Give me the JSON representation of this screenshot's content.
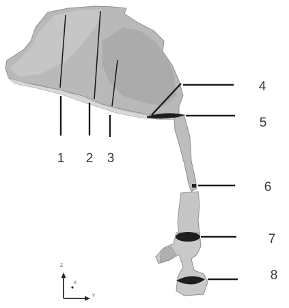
{
  "markers": [
    {
      "id": "1",
      "label": "1"
    },
    {
      "id": "2",
      "label": "2"
    },
    {
      "id": "3",
      "label": "3"
    },
    {
      "id": "4",
      "label": "4"
    },
    {
      "id": "5",
      "label": "5"
    },
    {
      "id": "6",
      "label": "6"
    },
    {
      "id": "7",
      "label": "7"
    },
    {
      "id": "8",
      "label": "8"
    }
  ],
  "axes": {
    "vertical_label": "Z",
    "horizontal_label": "Y",
    "origin_mark": "X"
  },
  "colors": {
    "background": "#ffffff",
    "model_fill": "#b9b9b9",
    "model_shadow": "#9d9d9d",
    "model_highlight": "#dcdcdc",
    "cross_section": "#1e1e1e",
    "leader_line": "#1a1a1a",
    "label_text": "#3a3a3a"
  }
}
